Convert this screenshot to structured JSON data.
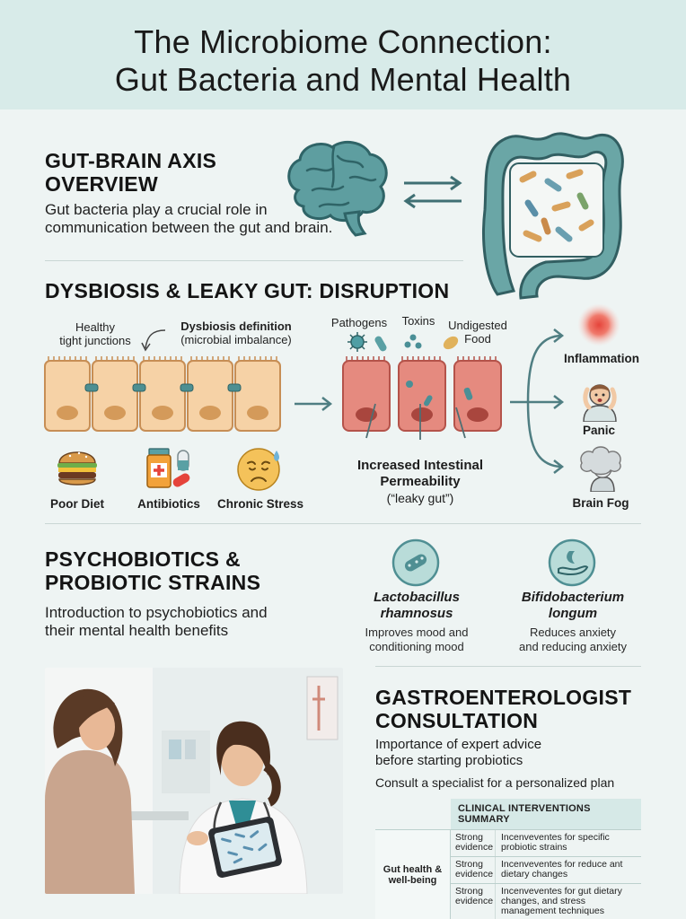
{
  "title": {
    "line1": "The Microbiome Connection:",
    "line2": "Gut Bacteria and Mental Health"
  },
  "axis": {
    "heading1": "GUT-BRAIN AXIS",
    "heading2": "OVERVIEW",
    "text1": "Gut bacteria play a crucial role in",
    "text2": "communication between the gut and brain."
  },
  "dysbiosis": {
    "heading": "DYSBIOSIS & LEAKY GUT: DISRUPTION",
    "healthy1": "Healthy",
    "healthy2": "tight junctions",
    "def_title": "Dysbiosis definition",
    "def_sub": "(microbial imbalance)",
    "pathogens": "Pathogens",
    "toxins": "Toxins",
    "undigested1": "Undigested",
    "undigested2": "Food",
    "permeability1": "Increased Intestinal",
    "permeability2": "Permeability",
    "permeability3": "(“leaky gut”)",
    "causes": [
      "Poor Diet",
      "Antibiotics",
      "Chronic Stress"
    ],
    "effects": [
      "Inflammation",
      "Panic",
      "Brain Fog"
    ]
  },
  "psycho": {
    "heading1": "PSYCHOBIOTICS &",
    "heading2": "PROBIOTIC STRAINS",
    "text1": "Introduction to psychobiotics and",
    "text2": "their mental health benefits",
    "strain1_a": "Lactobacillus",
    "strain1_b": "rhamnosus",
    "strain1_d1": "Improves mood and",
    "strain1_d2": "conditioning mood",
    "strain2_a": "Bifidobacterium",
    "strain2_b": "longum",
    "strain2_d1": "Reduces anxiety",
    "strain2_d2": "and reducing anxiety"
  },
  "consult": {
    "heading1": "GASTROENTEROLOGIST",
    "heading2": "CONSULTATION",
    "text1": "Importance of expert advice",
    "text2": "before starting probiotics",
    "text3": "Consult a specialist for a personalized plan"
  },
  "table": {
    "header": "CLINICAL INTERVENTIONS SUMMARY",
    "left": "Gut health & well-being",
    "rows": [
      {
        "ev": "Strong evidence",
        "tx": "Incenveventes for specific probiotic strains"
      },
      {
        "ev": "Strong evidence",
        "tx": "Incenveventes for reduce ant dietary changes"
      },
      {
        "ev": "Strong evidence",
        "tx": "Incenveventes for gut dietary changes, and stress management techniques"
      }
    ]
  },
  "colors": {
    "banner": "#d8ebe9",
    "teal": "#4f8f93",
    "healthy_cell": "#f6d2a6",
    "inflamed_cell": "#e58a7f",
    "accent_red": "#e5443b"
  }
}
